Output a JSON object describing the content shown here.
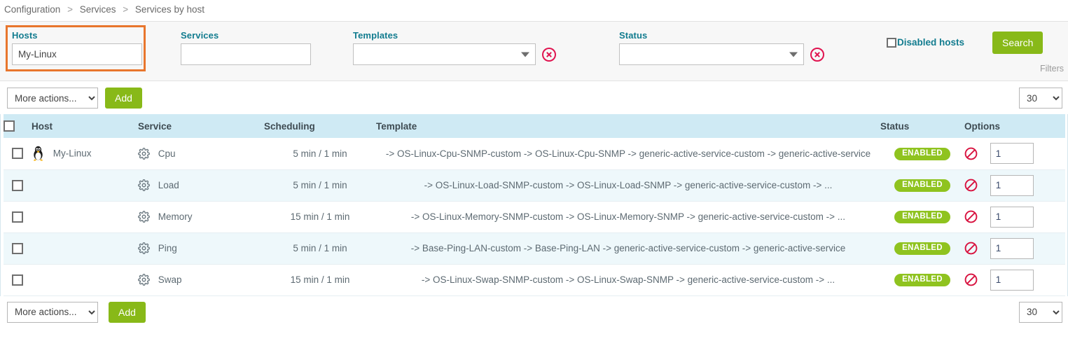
{
  "breadcrumb": {
    "items": [
      "Configuration",
      "Services",
      "Services by host"
    ],
    "separator": ">"
  },
  "filters": {
    "hosts": {
      "label": "Hosts",
      "value": "My-Linux",
      "placeholder": ""
    },
    "services": {
      "label": "Services",
      "value": "",
      "placeholder": ""
    },
    "templates": {
      "label": "Templates",
      "value": "",
      "clear_icon": "clear-circle-icon"
    },
    "status": {
      "label": "Status",
      "value": "",
      "clear_icon": "clear-circle-icon"
    },
    "disabled_hosts": {
      "label": "Disabled hosts",
      "checked": false
    },
    "search_button": "Search",
    "filters_tag": "Filters",
    "accent_orange": "#e8762d",
    "label_teal": "#127c8f",
    "green": "#88b918"
  },
  "toolbar_top": {
    "more_actions": "More actions...",
    "add_button": "Add",
    "page_size": "30"
  },
  "toolbar_bottom": {
    "more_actions": "More actions...",
    "add_button": "Add",
    "page_size": "30"
  },
  "table": {
    "columns": [
      "Host",
      "Service",
      "Scheduling",
      "Template",
      "Status",
      "Options"
    ],
    "header_bg": "#cfeaf4",
    "rows": [
      {
        "host": "My-Linux",
        "host_icon": "linux-penguin-icon",
        "service": "Cpu",
        "service_icon": "gear-icon",
        "scheduling": "5 min / 1 min",
        "template": "-> OS-Linux-Cpu-SNMP-custom -> OS-Linux-Cpu-SNMP -> generic-active-service-custom -> generic-active-service",
        "status": "ENABLED",
        "option_value": "1",
        "option_icon": "deny-icon"
      },
      {
        "host": "",
        "host_icon": "",
        "service": "Load",
        "service_icon": "gear-icon",
        "scheduling": "5 min / 1 min",
        "template": "-> OS-Linux-Load-SNMP-custom -> OS-Linux-Load-SNMP -> generic-active-service-custom -> ...",
        "status": "ENABLED",
        "option_value": "1",
        "option_icon": "deny-icon"
      },
      {
        "host": "",
        "host_icon": "",
        "service": "Memory",
        "service_icon": "gear-icon",
        "scheduling": "15 min / 1 min",
        "template": "-> OS-Linux-Memory-SNMP-custom -> OS-Linux-Memory-SNMP -> generic-active-service-custom -> ...",
        "status": "ENABLED",
        "option_value": "1",
        "option_icon": "deny-icon"
      },
      {
        "host": "",
        "host_icon": "",
        "service": "Ping",
        "service_icon": "gear-icon",
        "scheduling": "5 min / 1 min",
        "template": "-> Base-Ping-LAN-custom -> Base-Ping-LAN -> generic-active-service-custom -> generic-active-service",
        "status": "ENABLED",
        "option_value": "1",
        "option_icon": "deny-icon"
      },
      {
        "host": "",
        "host_icon": "",
        "service": "Swap",
        "service_icon": "gear-icon",
        "scheduling": "15 min / 1 min",
        "template": "-> OS-Linux-Swap-SNMP-custom -> OS-Linux-Swap-SNMP -> generic-active-service-custom -> ...",
        "status": "ENABLED",
        "option_value": "1",
        "option_icon": "deny-icon"
      }
    ]
  }
}
